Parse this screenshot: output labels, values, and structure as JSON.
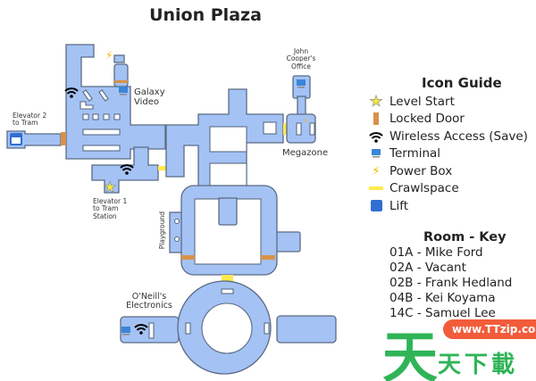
{
  "title": "Union Plaza",
  "colors": {
    "room": "#a4c2f4",
    "locked_door": "#d9914a",
    "crawlspace": "#ffe94d",
    "star": "#f5e642"
  },
  "map_labels": {
    "galaxy": "Galaxy Video",
    "elevator2": "Elevator 2 to Tram",
    "elevator1": "Elevator 1 to Tram Station",
    "john": "John Cooper's Office",
    "megazone": "Megazone",
    "playground": "Playground",
    "oneills": "O'Neill's Electronics"
  },
  "icon_guide": {
    "title": "Icon Guide",
    "items": [
      {
        "icon": "star-icon",
        "label": "Level Start"
      },
      {
        "icon": "locked-door-icon",
        "label": "Locked Door"
      },
      {
        "icon": "wifi-icon",
        "label": "Wireless Access (Save)"
      },
      {
        "icon": "terminal-icon",
        "label": "Terminal"
      },
      {
        "icon": "power-box-icon",
        "label": "Power Box"
      },
      {
        "icon": "crawlspace-icon",
        "label": "Crawlspace"
      },
      {
        "icon": "lift-icon",
        "label": "Lift"
      }
    ]
  },
  "room_key": {
    "title": "Room - Key",
    "items": [
      "01A - Mike Ford",
      "02A - Vacant",
      "02B - Frank Hedland",
      "04B - Kei Koyama",
      "14C - Samuel Lee"
    ]
  },
  "watermark": {
    "url": "www.TTzip.com",
    "big": "天",
    "small": "天下載"
  }
}
